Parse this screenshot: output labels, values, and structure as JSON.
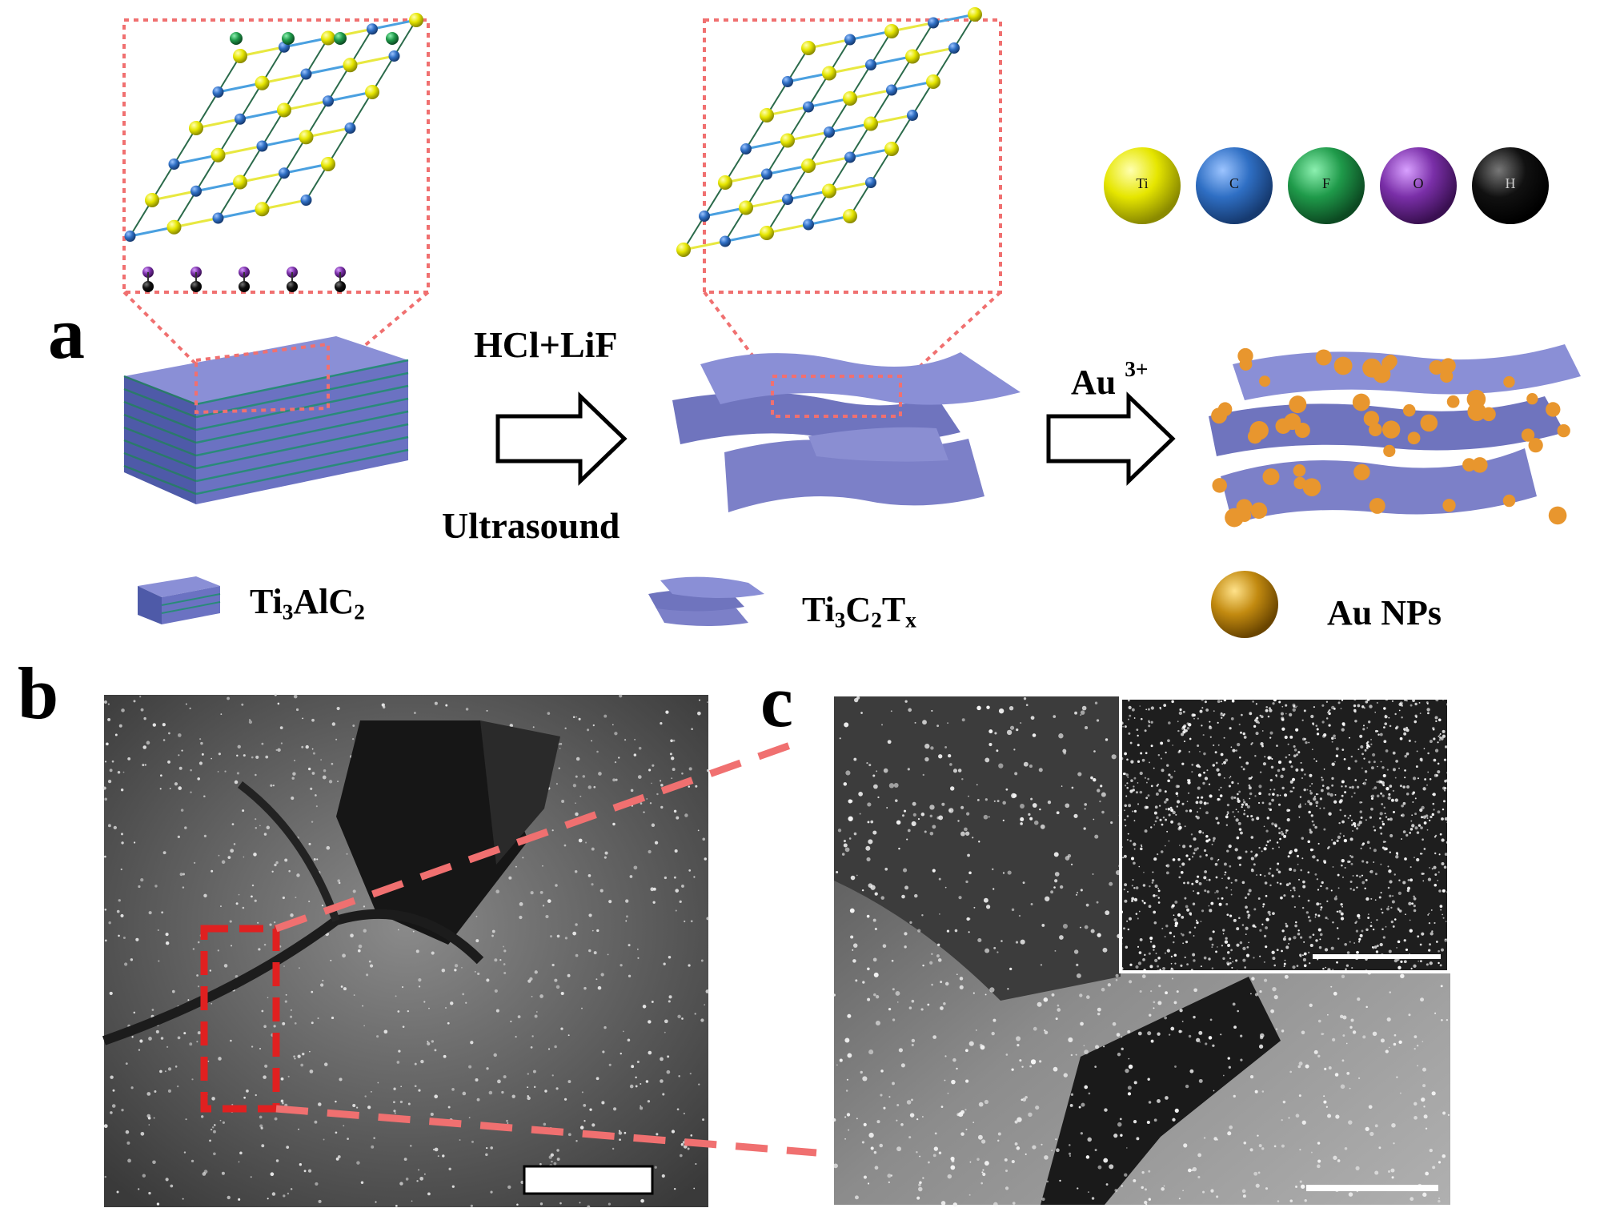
{
  "panels": {
    "a": "a",
    "b": "b",
    "c": "c"
  },
  "steps": {
    "etch_reagent": "HCl+LiF",
    "etch_condition": "Ultrasound",
    "reduction_ion_base": "Au",
    "reduction_ion_charge": "3+"
  },
  "legend": {
    "max": {
      "base": "Ti",
      "s1": "3",
      "mid": "AlC",
      "s2": "2"
    },
    "mxene": {
      "base": "Ti",
      "s1": "3",
      "mid": "C",
      "s2": "2",
      "mid2": "T",
      "s3": "x"
    },
    "au": "Au NPs"
  },
  "atoms": [
    {
      "symbol": "Ti",
      "color": "#e6e600"
    },
    {
      "symbol": "C",
      "color": "#2f6fc4"
    },
    {
      "symbol": "F",
      "color": "#1f9a4a"
    },
    {
      "symbol": "O",
      "color": "#7a2fa8"
    },
    {
      "symbol": "H",
      "color": "#111111"
    }
  ],
  "colors": {
    "sheet": "#7c80c8",
    "au_np": "#e8962e",
    "zoom_outline": "#f07070",
    "sem_zoom": "#e02020"
  }
}
